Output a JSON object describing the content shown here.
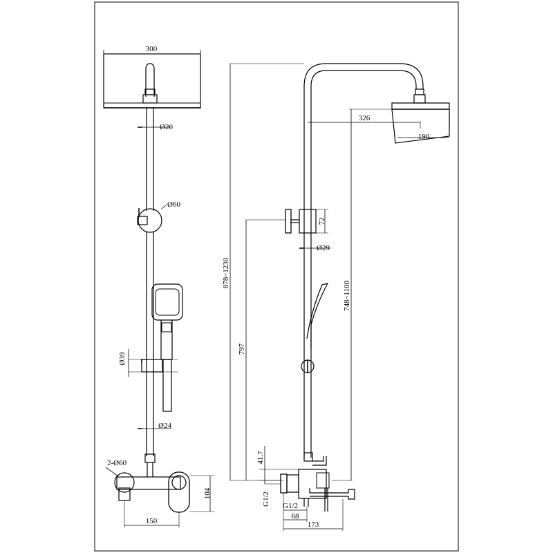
{
  "dimensions": {
    "front_width": "300",
    "front_pipe_upper_dia": "Ø20",
    "front_holder_dia": "Ø60",
    "front_slide_dia": "Ø39",
    "front_pipe_lower_dia": "Ø24",
    "front_flange": "2-Ø60",
    "front_mixer_height": "104",
    "front_center_distance": "150",
    "side_arm_reach": "326",
    "side_head_depth": "190",
    "side_holder_height": "72",
    "side_pipe_dia": "Ø29",
    "side_total_height": "878~1230",
    "side_adjust_height": "748~1100",
    "side_holder_position": "797",
    "side_inlet_offset": "41.7",
    "side_inlet_thread": "G1/2",
    "side_outlet_thread": "G1/2",
    "side_spout_short": "68",
    "side_spout_reach": "173"
  }
}
